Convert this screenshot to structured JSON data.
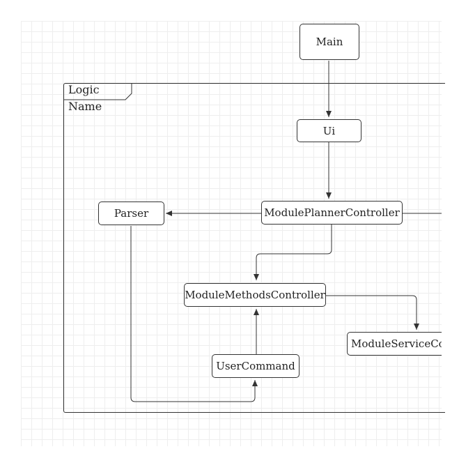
{
  "diagram": {
    "frame": {
      "label_line1": "Logic",
      "label_line2": "Name"
    },
    "nodes": {
      "main": "Main",
      "ui": "Ui",
      "parser": "Parser",
      "planner": "ModulePlannerController",
      "methods": "ModuleMethodsController",
      "service": "ModuleServiceCo",
      "usercommand": "UserCommand"
    },
    "connectors": [
      {
        "from": "Main",
        "to": "Ui"
      },
      {
        "from": "Ui",
        "to": "ModulePlannerController"
      },
      {
        "from": "ModulePlannerController",
        "to": "Parser"
      },
      {
        "from": "ModulePlannerController",
        "to": "ModuleMethodsController"
      },
      {
        "from": "ModuleMethodsController",
        "to": "ModuleServiceCo"
      },
      {
        "from": "UserCommand",
        "to": "ModuleMethodsController"
      },
      {
        "from": "Parser",
        "to": "UserCommand"
      }
    ],
    "colors": {
      "line": "#333333",
      "grid": "#eeeeee",
      "background": "#ffffff"
    }
  }
}
